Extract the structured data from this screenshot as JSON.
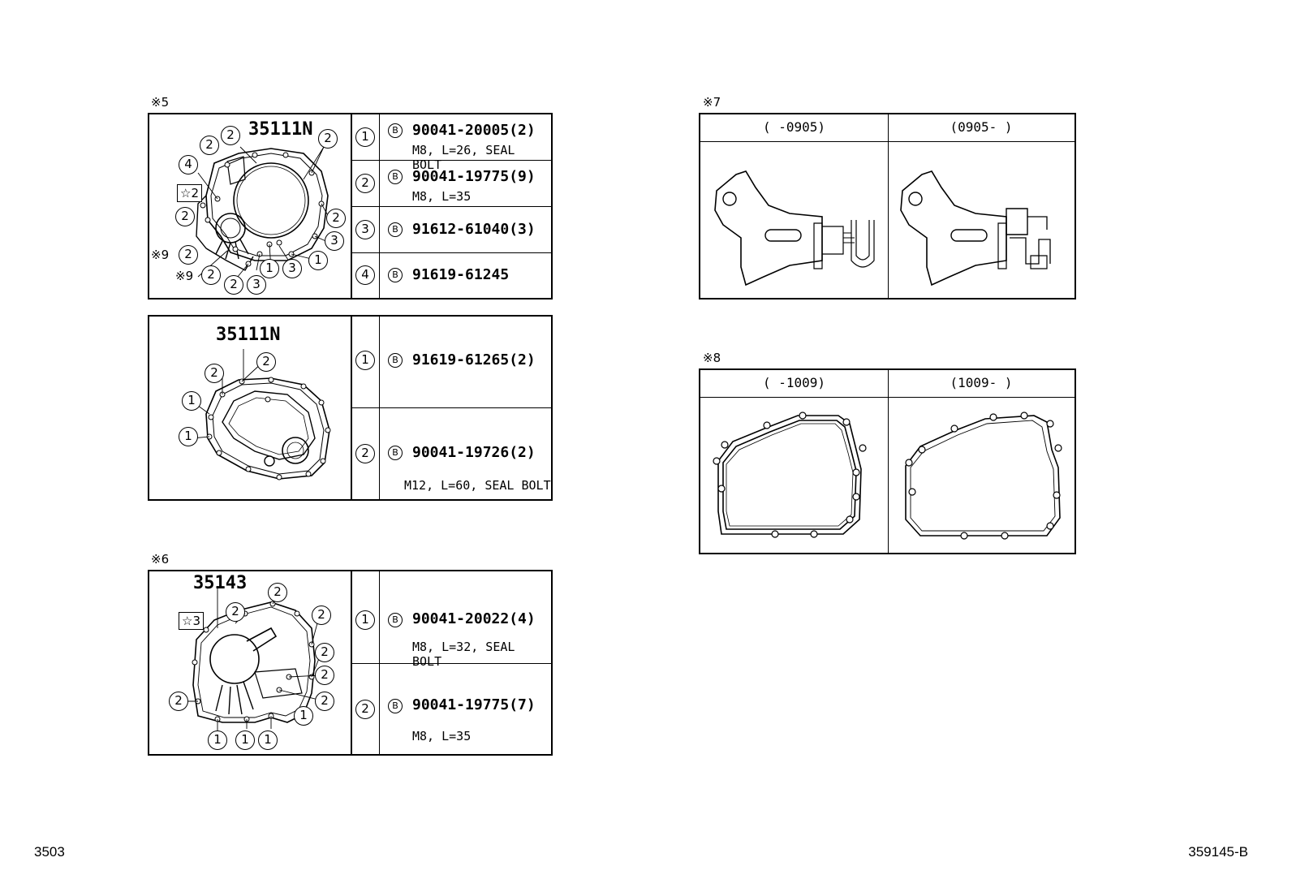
{
  "section5": {
    "mark": "※5",
    "part_label": "35111N",
    "rows": [
      {
        "num": "1",
        "b": "B",
        "part": "90041-20005(2)",
        "spec": "M8, L=26, SEAL BOLT"
      },
      {
        "num": "2",
        "b": "B",
        "part": "90041-19775(9)",
        "spec": "M8, L=35"
      },
      {
        "num": "3",
        "b": "B",
        "part": "91612-61040(3)",
        "spec": ""
      },
      {
        "num": "4",
        "b": "B",
        "part": "91619-61245",
        "spec": ""
      }
    ],
    "callouts": {
      "star": "☆2",
      "ref9a": "※9",
      "ref9b": "※9",
      "c1": "1",
      "c2": "2",
      "c3": "3",
      "c4": "4"
    }
  },
  "section5b": {
    "part_label": "35111N",
    "rows": [
      {
        "num": "1",
        "b": "B",
        "part": "91619-61265(2)",
        "spec": ""
      },
      {
        "num": "2",
        "b": "B",
        "part": "90041-19726(2)",
        "spec": "M12, L=60, SEAL BOLT"
      }
    ],
    "callouts": {
      "c1": "1",
      "c2": "2"
    }
  },
  "section6": {
    "mark": "※6",
    "part_label": "35143",
    "rows": [
      {
        "num": "1",
        "b": "B",
        "part": "90041-20022(4)",
        "spec": "M8, L=32, SEAL BOLT"
      },
      {
        "num": "2",
        "b": "B",
        "part": "90041-19775(7)",
        "spec": "M8, L=35"
      }
    ],
    "callouts": {
      "star": "☆3",
      "c1": "1",
      "c2": "2"
    }
  },
  "section7": {
    "mark": "※7",
    "headers": [
      "(      -0905)",
      "(0905-      )"
    ]
  },
  "section8": {
    "mark": "※8",
    "headers": [
      "(      -1009)",
      "(1009-      )"
    ]
  },
  "footer": {
    "left": "3503",
    "right": "359145-B"
  }
}
